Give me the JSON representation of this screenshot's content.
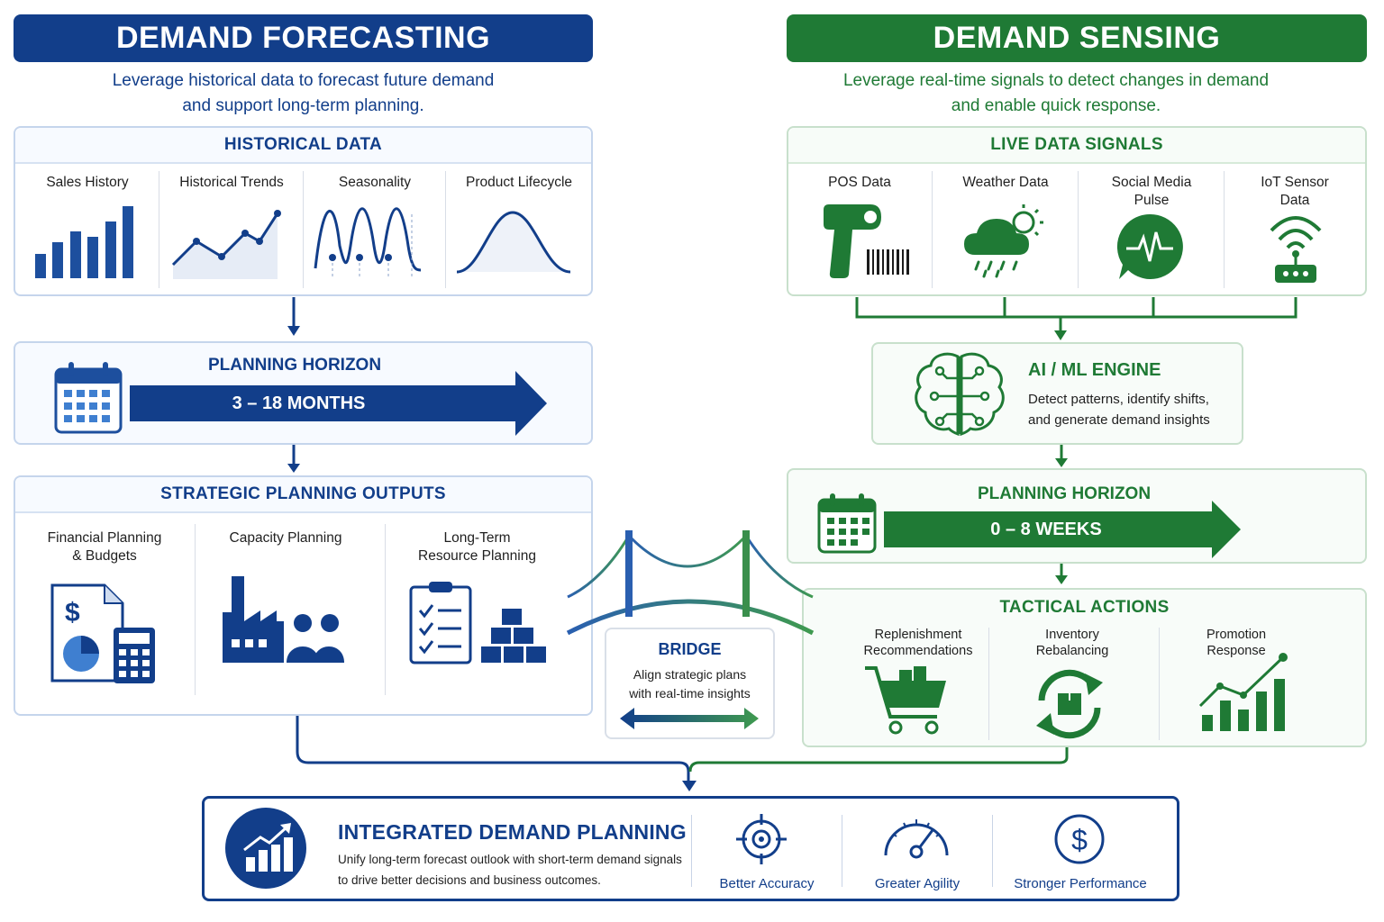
{
  "forecasting": {
    "title": "DEMAND FORECASTING",
    "subtitle_line1": "Leverage historical data to forecast future demand",
    "subtitle_line2": "and support long-term planning.",
    "historical": {
      "header": "HISTORICAL DATA",
      "items": [
        "Sales History",
        "Historical Trends",
        "Seasonality",
        "Product Lifecycle"
      ]
    },
    "horizon": {
      "label": "PLANNING HORIZON",
      "value": "3 – 18 MONTHS"
    },
    "outputs": {
      "header": "STRATEGIC PLANNING OUTPUTS",
      "items": [
        {
          "line1": "Financial Planning",
          "line2": "& Budgets"
        },
        {
          "line1": "Capacity Planning",
          "line2": ""
        },
        {
          "line1": "Long-Term",
          "line2": "Resource Planning"
        }
      ]
    }
  },
  "sensing": {
    "title": "DEMAND SENSING",
    "subtitle_line1": "Leverage real-time signals to detect changes in demand",
    "subtitle_line2": "and enable quick response.",
    "live": {
      "header": "LIVE DATA SIGNALS",
      "items": [
        {
          "line1": "POS Data",
          "line2": ""
        },
        {
          "line1": "Weather Data",
          "line2": ""
        },
        {
          "line1": "Social Media",
          "line2": "Pulse"
        },
        {
          "line1": "IoT Sensor",
          "line2": "Data"
        }
      ]
    },
    "engine": {
      "title": "AI / ML ENGINE",
      "line1": "Detect patterns, identify shifts,",
      "line2": "and generate demand insights"
    },
    "horizon": {
      "label": "PLANNING HORIZON",
      "value": "0 – 8 WEEKS"
    },
    "tactical": {
      "header": "TACTICAL ACTIONS",
      "items": [
        {
          "line1": "Replenishment",
          "line2": "Recommendations"
        },
        {
          "line1": "Inventory",
          "line2": "Rebalancing"
        },
        {
          "line1": "Promotion",
          "line2": "Response"
        }
      ]
    }
  },
  "bridge": {
    "title": "BRIDGE",
    "line1": "Align strategic plans",
    "line2": "with real-time insights"
  },
  "integrated": {
    "title": "INTEGRATED DEMAND PLANNING",
    "line1": "Unify long-term forecast outlook with short-term demand signals",
    "line2": "to drive better decisions and business outcomes.",
    "benefits": [
      "Better Accuracy",
      "Greater Agility",
      "Stronger Performance"
    ]
  },
  "colors": {
    "blue": "#123e8a",
    "green": "#1f7a35",
    "light_blue": "#c5d5ec",
    "light_green": "#c8e0cc"
  },
  "icons": [
    "bar-chart-icon",
    "line-chart-icon",
    "seasonality-wave-icon",
    "bell-curve-icon",
    "calendar-icon",
    "budget-document-icon",
    "calculator-icon",
    "factory-icon",
    "people-icon",
    "checklist-icon",
    "boxes-icon",
    "barcode-scanner-icon",
    "weather-icon",
    "pulse-chat-icon",
    "iot-sensor-icon",
    "brain-circuit-icon",
    "shopping-cart-icon",
    "rebalance-cycle-icon",
    "growth-chart-icon",
    "bridge-icon",
    "target-icon",
    "gauge-icon",
    "dollar-icon"
  ]
}
